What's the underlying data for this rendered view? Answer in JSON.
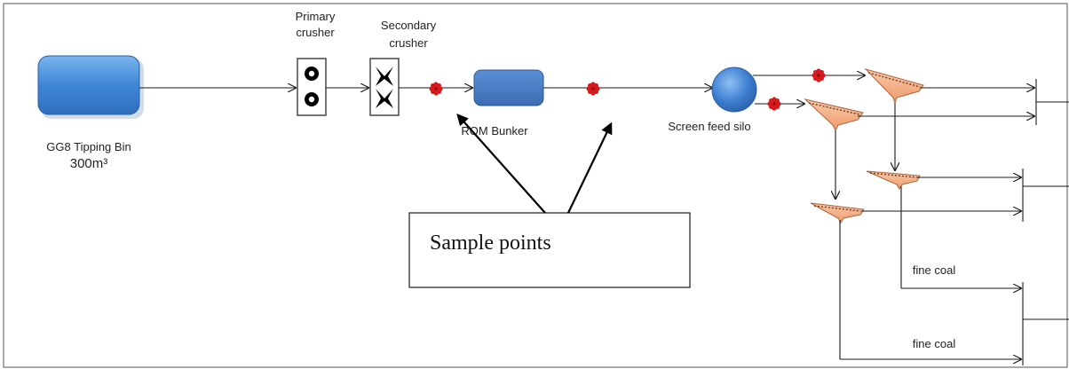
{
  "labels": {
    "tipping_bin_name": "GG8 Tipping Bin",
    "tipping_bin_capacity": "300m³",
    "primary_crusher_line1": "Primary",
    "primary_crusher_line2": "crusher",
    "secondary_crusher_line1": "Secondary",
    "secondary_crusher_line2": "crusher",
    "rom_bunker": "ROM Bunker",
    "screen_feed_silo": "Screen feed silo",
    "sample_points": "Sample points",
    "fine_coal_1": "fine coal",
    "fine_coal_2": "fine coal"
  },
  "colors": {
    "bin_fill": "#3f86d6",
    "bunker_fill": "#4a7ec7",
    "silo_fill": "#3d7fd0",
    "screen_fill": "#f4b08a",
    "sample_point": "#d7191c"
  },
  "icons": {
    "primary_crusher": "gear-icon",
    "secondary_crusher": "cross-icon",
    "sample_point": "burst-icon"
  }
}
